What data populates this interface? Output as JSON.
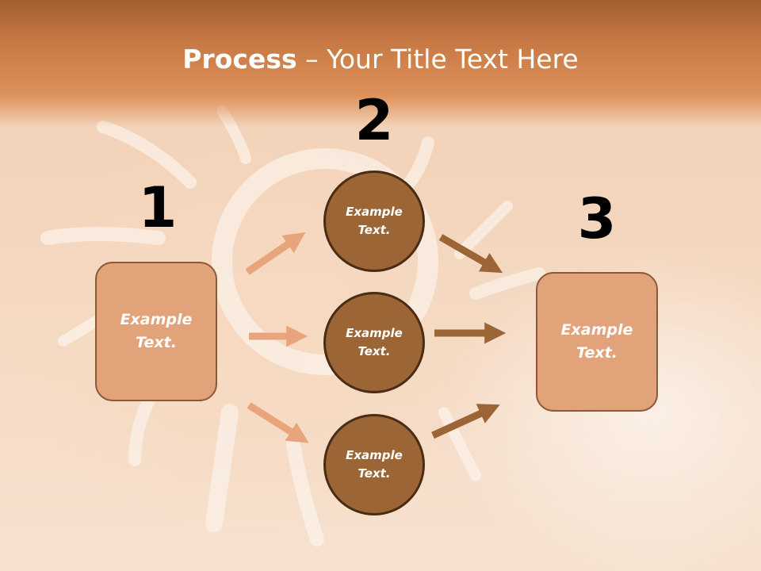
{
  "title": {
    "bold": "Process",
    "rest": " – Your Title Text Here"
  },
  "steps": {
    "left_number": "1",
    "middle_number": "2",
    "right_number": "3"
  },
  "left_box": {
    "text": "Example\nText."
  },
  "middle_circles": [
    {
      "text": "Example\nText."
    },
    {
      "text": "Example\nText."
    },
    {
      "text": "Example\nText."
    }
  ],
  "right_box": {
    "text": "Example\nText."
  },
  "colors": {
    "title_band": "#c87a45",
    "box_fill": "#e2a27a",
    "circle_fill": "#9b6535",
    "arrow_light": "#e8a57c",
    "arrow_dark": "#9b6535"
  }
}
